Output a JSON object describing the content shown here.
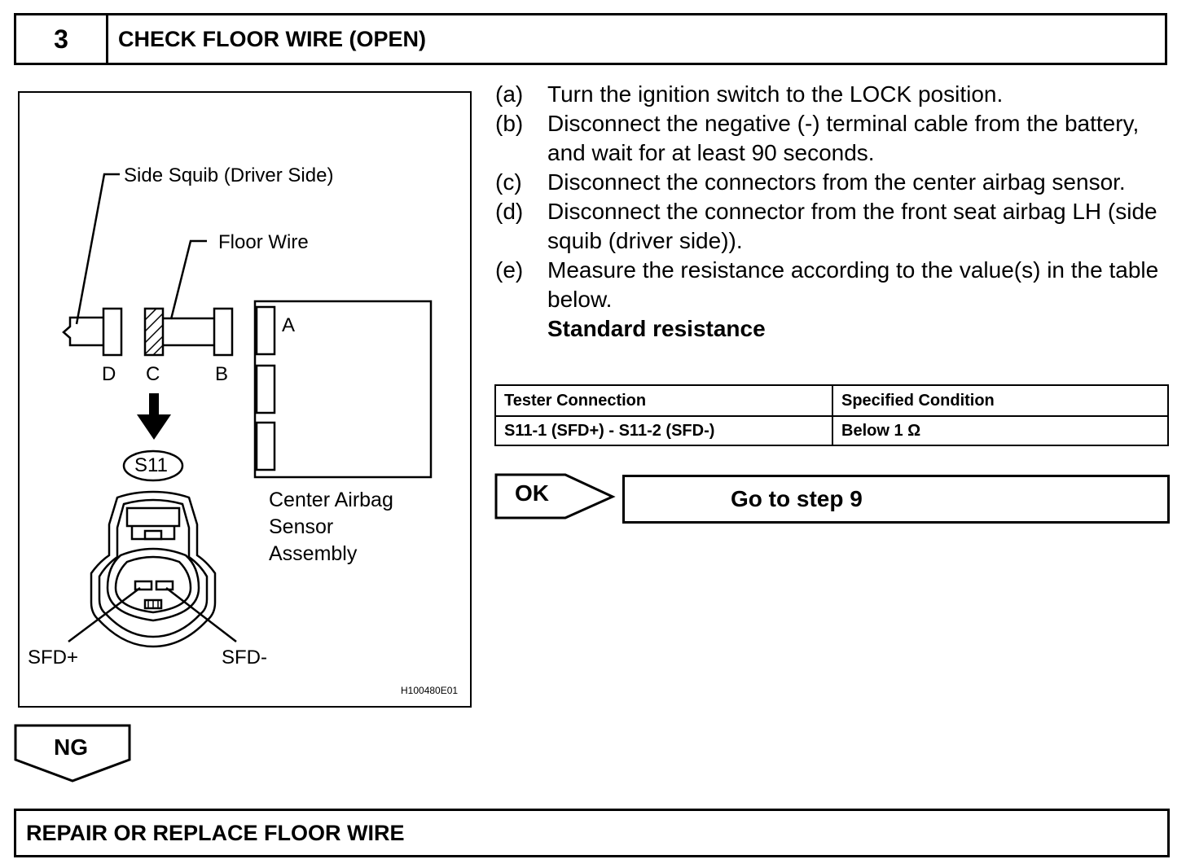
{
  "header": {
    "step_number": "3",
    "title": "CHECK FLOOR WIRE (OPEN)"
  },
  "figure": {
    "side_squib_label": "Side Squib (Driver Side)",
    "floor_wire_label": "Floor Wire",
    "connector_labels": {
      "d": "D",
      "c": "C",
      "b": "B",
      "a": "A"
    },
    "connector_id": "S11",
    "sensor_label": {
      "line1": "Center Airbag",
      "line2": "Sensor",
      "line3": "Assembly"
    },
    "terminal_plus": "SFD+",
    "terminal_minus": "SFD-",
    "figure_code": "H100480E01"
  },
  "procedure": {
    "steps": [
      {
        "letter": "(a)",
        "text": "Turn the ignition switch to the LOCK position."
      },
      {
        "letter": "(b)",
        "text": "Disconnect the negative (-) terminal cable from the battery, and wait for at least 90 seconds."
      },
      {
        "letter": "(c)",
        "text": "Disconnect the connectors from the center airbag sensor."
      },
      {
        "letter": "(d)",
        "text": "Disconnect the connector from the front seat airbag LH (side squib (driver side))."
      },
      {
        "letter": "(e)",
        "text": "Measure the resistance according to the value(s) in the table below."
      }
    ],
    "standard_title": "Standard resistance"
  },
  "spec_table": {
    "headers": [
      "Tester Connection",
      "Specified Condition"
    ],
    "rows": [
      [
        "S11-1 (SFD+) - S11-2 (SFD-)",
        "Below 1 Ω"
      ]
    ]
  },
  "ok_branch": {
    "label": "OK",
    "action": "Go to step 9"
  },
  "ng_branch": {
    "label": "NG",
    "action": "REPAIR OR REPLACE FLOOR WIRE"
  }
}
